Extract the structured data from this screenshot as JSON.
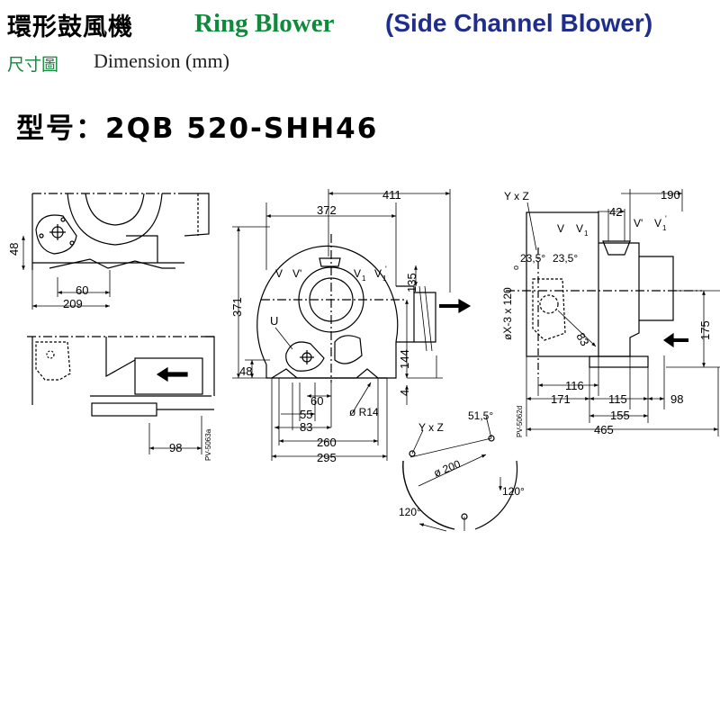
{
  "header": {
    "title_cn": "環形鼓風機",
    "title_en": "Ring Blower",
    "title_sub": "(Side Channel Blower)",
    "dim_cn": "尺寸圖",
    "dim_en": "Dimension (mm)",
    "model": "型号：2QB 520-SHH46"
  },
  "colors": {
    "green": "#0e8a3a",
    "blue": "#1f2e8c",
    "line": "#000000"
  },
  "left_view": {
    "dims": {
      "d48": "48",
      "d60": "60",
      "d209": "209",
      "d98": "98"
    },
    "drawing_no": "PV-5063a"
  },
  "front_view": {
    "dims": {
      "d411": "411",
      "d372": "372",
      "d371": "371",
      "d135": "135",
      "d144": "144",
      "d48": "48",
      "d4": "4",
      "d55": "55",
      "d60": "60",
      "d83": "83",
      "d260": "260",
      "d295": "295",
      "r14": "ø R14"
    },
    "labels": {
      "v": "V",
      "vp": "V'",
      "v1": "V",
      "v1_sub": "1",
      "v1p": "V",
      "v1p_sub": "1",
      "v1p_mark": "'",
      "u": "U"
    }
  },
  "side_view": {
    "dims": {
      "d190": "190",
      "d42": "42",
      "d175": "175",
      "d116": "116",
      "d171": "171",
      "d115": "115",
      "d98": "98",
      "d155": "155",
      "d465": "465",
      "d83": "83",
      "ang1": "23,5°",
      "ang2": "23,5°",
      "bolt": "øX-3 x 120",
      "small_o": "o"
    },
    "labels": {
      "yxz": "Y x Z",
      "v": "V",
      "v1": "V",
      "v1_sub": "1",
      "vp": "V'",
      "v1p": "V",
      "v1p_sub": "1",
      "v1p_mark": "'"
    },
    "drawing_no": "PV-5062d"
  },
  "bolt_detail": {
    "yxz": "Y x Z",
    "angle_top": "51,5°",
    "dia": "ø 200",
    "angle_right": "120°",
    "angle_left": "120°"
  }
}
